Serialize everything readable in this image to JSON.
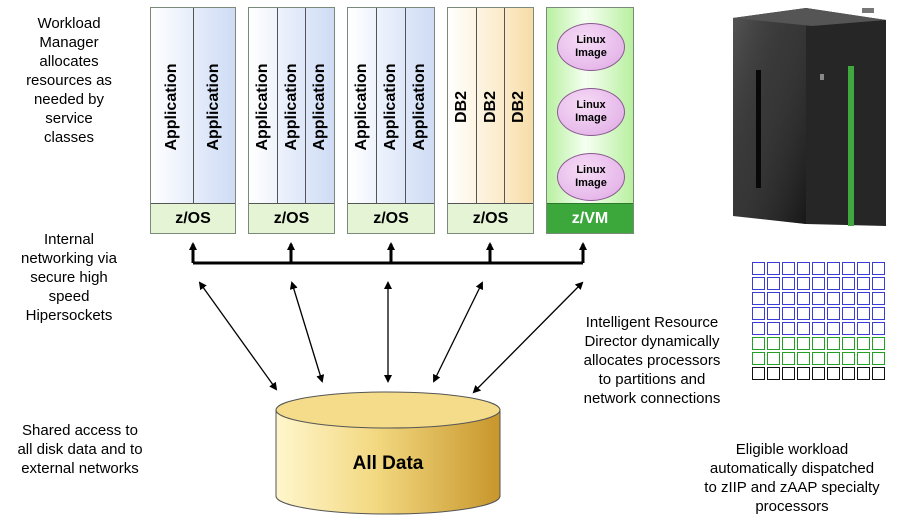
{
  "notes": {
    "workload_manager": "Workload\nManager\nallocates\nresources as\nneeded by\nservice\nclasses",
    "internal_networking": "Internal\nnetworking via\nsecure high\nspeed\nHipersockets",
    "shared_access": "Shared access to\nall disk data and to\nexternal networks",
    "resource_director": "Intelligent Resource\nDirector dynamically\nallocates processors\nto partitions and\nnetwork connections",
    "eligible_workload": "Eligible workload\nautomatically dispatched\nto zIIP and zAAP specialty\nprocessors"
  },
  "partitions": [
    {
      "os": "z/OS",
      "workloads": [
        "Application",
        "Application"
      ]
    },
    {
      "os": "z/OS",
      "workloads": [
        "Application",
        "Application",
        "Application"
      ]
    },
    {
      "os": "z/OS",
      "workloads": [
        "Application",
        "Application",
        "Application"
      ]
    },
    {
      "os": "z/OS",
      "workloads": [
        "DB2",
        "DB2",
        "DB2"
      ]
    },
    {
      "os": "z/VM",
      "images": [
        "Linux\nImage",
        "Linux\nImage",
        "Linux\nImage"
      ]
    }
  ],
  "storage": {
    "label": "All Data"
  },
  "processor_grid": {
    "rows": [
      "blue",
      "blue",
      "blue",
      "blue",
      "blue",
      "green",
      "green",
      "white"
    ],
    "columns": 9
  },
  "colors": {
    "blue_processor": "#3b3bd6",
    "green_processor": "#22a022",
    "white_processor": "#111111",
    "disk_gold": "#e0b84a"
  }
}
